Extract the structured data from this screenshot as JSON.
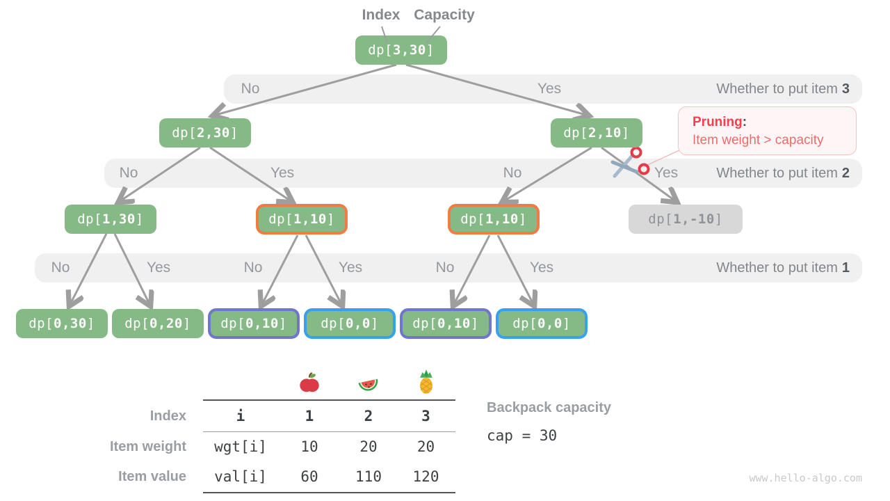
{
  "pointer_labels": {
    "index": "Index",
    "capacity": "Capacity"
  },
  "nodes": {
    "root": "dp[3,30]",
    "l": "dp[2,30]",
    "r": "dp[2,10]",
    "ll": "dp[1,30]",
    "lr": "dp[1,10]",
    "rl": "dp[1,10]",
    "rr": "dp[1,-10]",
    "lll": "dp[0,30]",
    "llr": "dp[0,20]",
    "lrl": "dp[0,10]",
    "lrr": "dp[0,0]",
    "rll": "dp[0,10]",
    "rlr": "dp[0,0]"
  },
  "bands": [
    {
      "title": "Whether to put item",
      "item": "3",
      "labels": [
        "No",
        "Yes"
      ]
    },
    {
      "title": "Whether to put item",
      "item": "2",
      "labels": [
        "No",
        "Yes",
        "No",
        "Yes"
      ]
    },
    {
      "title": "Whether to put item",
      "item": "1",
      "labels": [
        "No",
        "Yes",
        "No",
        "Yes",
        "No",
        "Yes"
      ]
    }
  ],
  "pruning": {
    "title": "Pruning",
    "colon": ":",
    "detail": "Item weight > capacity"
  },
  "table": {
    "fruit_icons": [
      "apple-icon",
      "watermelon-icon",
      "pineapple-icon"
    ],
    "rows": [
      {
        "label": "Index",
        "cells": [
          "i",
          "1",
          "2",
          "3"
        ]
      },
      {
        "label": "Item weight",
        "cells": [
          "wgt[i]",
          "10",
          "20",
          "20"
        ]
      },
      {
        "label": "Item value",
        "cells": [
          "val[i]",
          "60",
          "110",
          "120"
        ]
      }
    ]
  },
  "capacity_info": {
    "label": "Backpack capacity",
    "value": "cap = 30"
  },
  "watermark": "www.hello-algo.com",
  "colors": {
    "node_green": "#85b985",
    "pruned_gray": "#d8d8d8",
    "band_gray": "#f0f0f1",
    "arrow_gray": "#9e9e9e",
    "highlight_orange": "#f07c44",
    "highlight_purple": "#7076cc",
    "highlight_blue": "#38a1ef",
    "pruning_red": "#f2404e",
    "pruning_border": "#f5c2c2"
  }
}
